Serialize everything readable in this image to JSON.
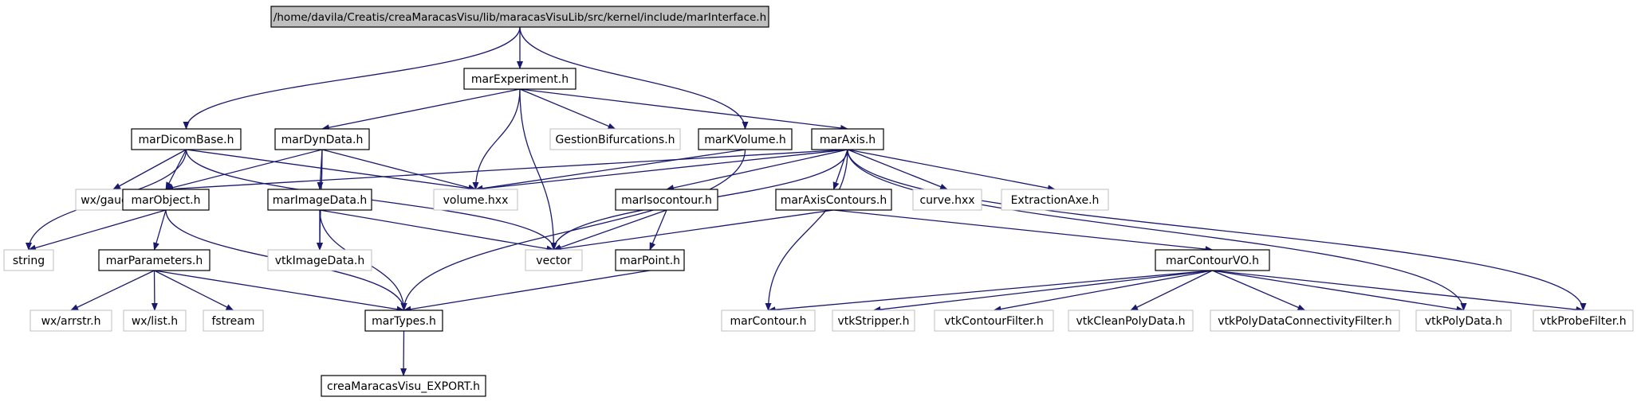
{
  "colors": {
    "edge": "#191970",
    "node_border": "#000000",
    "external_border": "#bfbfbf",
    "root_fill": "#bfbfbf",
    "text": "#000000"
  },
  "nodes": [
    {
      "id": "root",
      "label": "/home/davila/Creatis/creaMaracasVisu/lib/maracasVisuLib/src/kernel/include/marInterface.h",
      "kind": "root"
    },
    {
      "id": "marExperiment",
      "label": "marExperiment.h",
      "kind": "file"
    },
    {
      "id": "marDicomBase",
      "label": "marDicomBase.h",
      "kind": "file"
    },
    {
      "id": "marDynData",
      "label": "marDynData.h",
      "kind": "file"
    },
    {
      "id": "GestionBifurcations",
      "label": "GestionBifurcations.h",
      "kind": "external"
    },
    {
      "id": "marKVolume",
      "label": "marKVolume.h",
      "kind": "file"
    },
    {
      "id": "marAxis",
      "label": "marAxis.h",
      "kind": "file"
    },
    {
      "id": "wxgauge",
      "label": "wx/gauge.h",
      "kind": "external"
    },
    {
      "id": "marObject",
      "label": "marObject.h",
      "kind": "file"
    },
    {
      "id": "marImageData",
      "label": "marImageData.h",
      "kind": "file"
    },
    {
      "id": "volume",
      "label": "volume.hxx",
      "kind": "external"
    },
    {
      "id": "marIsocontour",
      "label": "marIsocontour.h",
      "kind": "file"
    },
    {
      "id": "marAxisContours",
      "label": "marAxisContours.h",
      "kind": "file"
    },
    {
      "id": "curve",
      "label": "curve.hxx",
      "kind": "external"
    },
    {
      "id": "ExtractionAxe",
      "label": "ExtractionAxe.h",
      "kind": "external"
    },
    {
      "id": "string",
      "label": "string",
      "kind": "external"
    },
    {
      "id": "marParameters",
      "label": "marParameters.h",
      "kind": "file"
    },
    {
      "id": "vtkImageData",
      "label": "vtkImageData.h",
      "kind": "external"
    },
    {
      "id": "vector",
      "label": "vector",
      "kind": "external"
    },
    {
      "id": "marPoint",
      "label": "marPoint.h",
      "kind": "file"
    },
    {
      "id": "marContourVO",
      "label": "marContourVO.h",
      "kind": "file"
    },
    {
      "id": "wxarrstr",
      "label": "wx/arrstr.h",
      "kind": "external"
    },
    {
      "id": "wxlist",
      "label": "wx/list.h",
      "kind": "external"
    },
    {
      "id": "fstream",
      "label": "fstream",
      "kind": "external"
    },
    {
      "id": "marTypes",
      "label": "marTypes.h",
      "kind": "file"
    },
    {
      "id": "marContour",
      "label": "marContour.h",
      "kind": "external"
    },
    {
      "id": "vtkStripper",
      "label": "vtkStripper.h",
      "kind": "external"
    },
    {
      "id": "vtkContourFilter",
      "label": "vtkContourFilter.h",
      "kind": "external"
    },
    {
      "id": "vtkCleanPolyData",
      "label": "vtkCleanPolyData.h",
      "kind": "external"
    },
    {
      "id": "vtkPolyDataConnectivityFilter",
      "label": "vtkPolyDataConnectivityFilter.h",
      "kind": "external"
    },
    {
      "id": "vtkPolyData",
      "label": "vtkPolyData.h",
      "kind": "external"
    },
    {
      "id": "vtkProbeFilter",
      "label": "vtkProbeFilter.h",
      "kind": "external"
    },
    {
      "id": "creaMaracasVisu_EXPORT",
      "label": "creaMaracasVisu_EXPORT.h",
      "kind": "file"
    }
  ],
  "edges": [
    {
      "from": "root",
      "to": "marExperiment"
    },
    {
      "from": "root",
      "to": "marDicomBase"
    },
    {
      "from": "root",
      "to": "marKVolume"
    },
    {
      "from": "marExperiment",
      "to": "marDynData"
    },
    {
      "from": "marExperiment",
      "to": "GestionBifurcations"
    },
    {
      "from": "marExperiment",
      "to": "marAxis"
    },
    {
      "from": "marExperiment",
      "to": "volume"
    },
    {
      "from": "marExperiment",
      "to": "vector"
    },
    {
      "from": "marDicomBase",
      "to": "string"
    },
    {
      "from": "marDicomBase",
      "to": "wxgauge"
    },
    {
      "from": "marDicomBase",
      "to": "marObject"
    },
    {
      "from": "marDicomBase",
      "to": "volume"
    },
    {
      "from": "marDicomBase",
      "to": "vector"
    },
    {
      "from": "marDynData",
      "to": "marObject"
    },
    {
      "from": "marDynData",
      "to": "marImageData"
    },
    {
      "from": "marDynData",
      "to": "volume"
    },
    {
      "from": "marDynData",
      "to": "vtkImageData"
    },
    {
      "from": "marKVolume",
      "to": "volume"
    },
    {
      "from": "marKVolume",
      "to": "marTypes"
    },
    {
      "from": "marAxis",
      "to": "marObject"
    },
    {
      "from": "marAxis",
      "to": "volume"
    },
    {
      "from": "marAxis",
      "to": "vector"
    },
    {
      "from": "marAxis",
      "to": "marIsocontour"
    },
    {
      "from": "marAxis",
      "to": "marAxisContours"
    },
    {
      "from": "marAxis",
      "to": "curve"
    },
    {
      "from": "marAxis",
      "to": "ExtractionAxe"
    },
    {
      "from": "marAxis",
      "to": "marContour"
    },
    {
      "from": "marAxis",
      "to": "vtkPolyData"
    },
    {
      "from": "marAxis",
      "to": "vtkProbeFilter"
    },
    {
      "from": "marObject",
      "to": "string"
    },
    {
      "from": "marObject",
      "to": "marParameters"
    },
    {
      "from": "marObject",
      "to": "marTypes"
    },
    {
      "from": "marImageData",
      "to": "vtkImageData"
    },
    {
      "from": "marImageData",
      "to": "vector"
    },
    {
      "from": "marImageData",
      "to": "marTypes"
    },
    {
      "from": "marIsocontour",
      "to": "vector"
    },
    {
      "from": "marIsocontour",
      "to": "marPoint"
    },
    {
      "from": "marAxisContours",
      "to": "vector"
    },
    {
      "from": "marAxisContours",
      "to": "marContourVO"
    },
    {
      "from": "marParameters",
      "to": "wxarrstr"
    },
    {
      "from": "marParameters",
      "to": "wxlist"
    },
    {
      "from": "marParameters",
      "to": "fstream"
    },
    {
      "from": "marParameters",
      "to": "marTypes"
    },
    {
      "from": "marPoint",
      "to": "marTypes"
    },
    {
      "from": "marContourVO",
      "to": "marContour"
    },
    {
      "from": "marContourVO",
      "to": "vtkStripper"
    },
    {
      "from": "marContourVO",
      "to": "vtkContourFilter"
    },
    {
      "from": "marContourVO",
      "to": "vtkCleanPolyData"
    },
    {
      "from": "marContourVO",
      "to": "vtkPolyDataConnectivityFilter"
    },
    {
      "from": "marContourVO",
      "to": "vtkPolyData"
    },
    {
      "from": "marContourVO",
      "to": "vtkProbeFilter"
    },
    {
      "from": "marTypes",
      "to": "creaMaracasVisu_EXPORT"
    }
  ]
}
